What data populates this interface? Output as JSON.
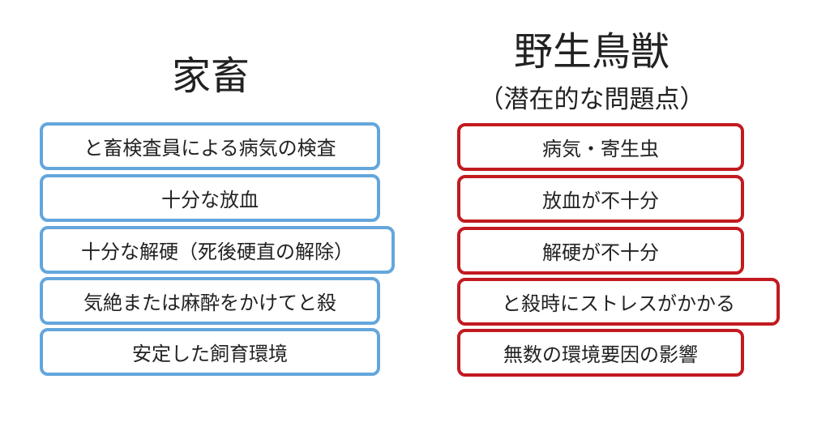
{
  "colors": {
    "livestock_border": "#64a6dc",
    "wild_border": "#c21a1f",
    "text": "#222222"
  },
  "livestock": {
    "title": "家畜",
    "items": [
      "と畜検査員による病気の検査",
      "十分な放血",
      "十分な解硬（死後硬直の解除）",
      "気絶または麻酔をかけてと殺",
      "安定した飼育環境"
    ]
  },
  "wild": {
    "title": "野生鳥獣",
    "subtitle": "（潜在的な問題点）",
    "items": [
      "病気・寄生虫",
      "放血が不十分",
      "解硬が不十分",
      "と殺時にストレスがかかる",
      "無数の環境要因の影響"
    ]
  }
}
